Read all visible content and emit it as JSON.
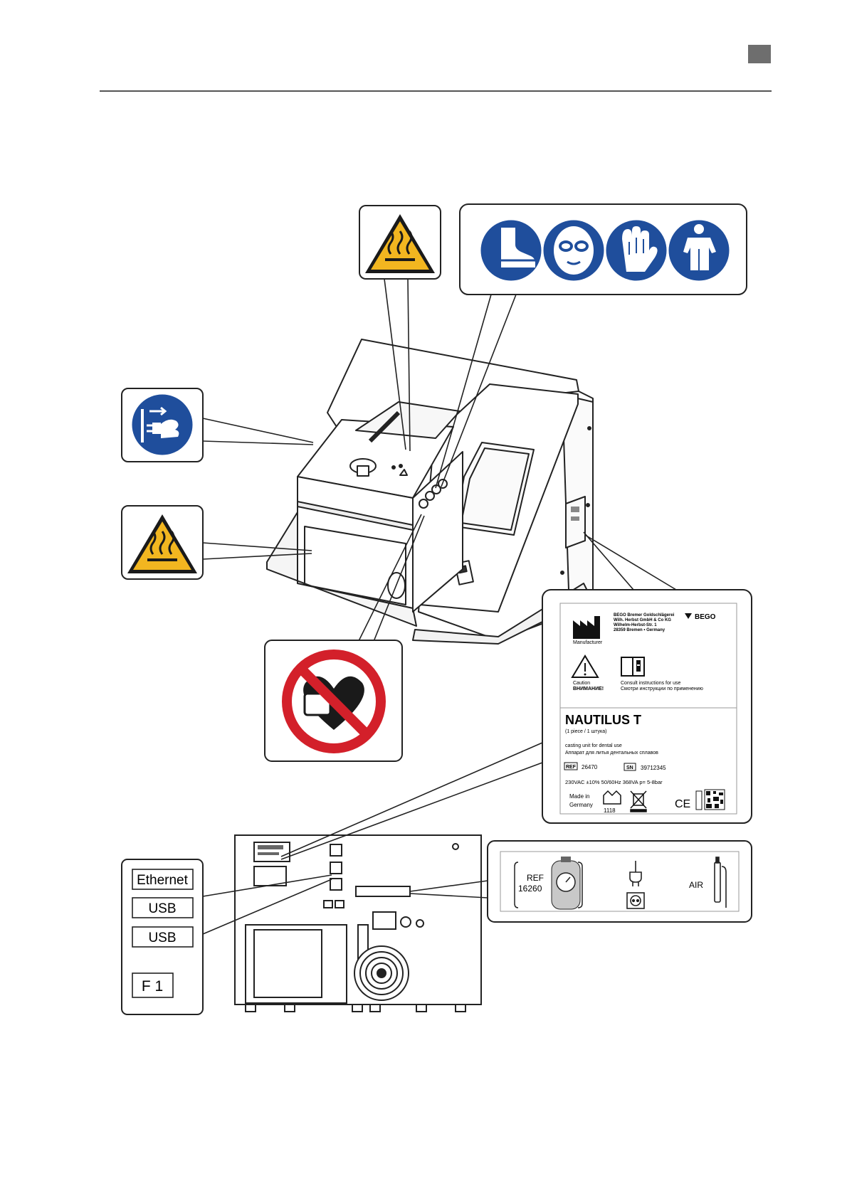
{
  "labels": {
    "manufacturer_name": "BEGO Bremer Goldschlägerei",
    "manufacturer_line2": "Wilh. Herbst GmbH & Co KG",
    "manufacturer_line3": "Wilhelm-Herbst-Str. 1",
    "manufacturer_line4": "28359 Bremen • Germany",
    "brand": "BEGO",
    "manufacturer_caption": "Manufacturer",
    "caution_en": "Caution",
    "caution_ru": "ВНИМАНИЕ!",
    "consult_en": "Consult instructions for use",
    "consult_ru": "Смотри инструкции по применению",
    "product_name": "NAUTILUS T",
    "pieces": "(1 piece / 1 штука)",
    "desc_en": "casting unit for dental use",
    "desc_ru": "Аппарат для литья дентальных сплавов",
    "ref_label": "REF",
    "ref_value": "26470",
    "sn_label": "SN",
    "sn_value": "39712345",
    "electrical": "230VAC ±10% 50/60Hz  368VA  p= 5-8bar",
    "made_in_1": "Made in",
    "made_in_2": "Germany",
    "date_code": "1118",
    "ce_mark": "CE"
  },
  "ports": {
    "ethernet": "Ethernet",
    "usb1": "USB",
    "usb2": "USB",
    "fuse": "F 1"
  },
  "connection_label": {
    "ref_label": "REF",
    "ref_value": "16260",
    "air": "AIR"
  },
  "icons": [
    "hot-surface-warning-icon",
    "safety-boots-icon",
    "safety-goggles-icon",
    "protective-gloves-icon",
    "protective-apron-icon",
    "disconnect-mains-plug-icon",
    "no-pacemaker-icon"
  ],
  "colors": {
    "mandatory_blue": "#1f4e9c",
    "warning_yellow": "#f2b620",
    "prohibition_red": "#d3202a",
    "header_tab": "#6e6e6e"
  }
}
